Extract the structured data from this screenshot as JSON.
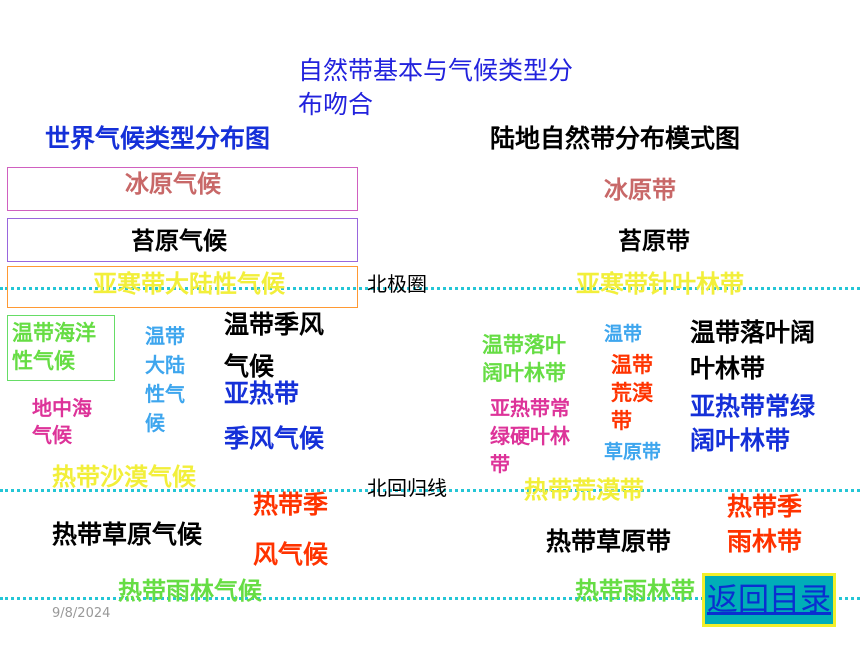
{
  "page_title_line1": "自然带基本与气候类型分",
  "page_title_line2": "布吻合",
  "left_heading": "世界气候类型分布图",
  "right_heading": "陆地自然带分布模式图",
  "left": {
    "ice": "冰原气候",
    "tundra": "苔原气候",
    "subarctic": "亚寒带大陆性气候",
    "temp_marine_1": "温带海洋",
    "temp_marine_2": "性气候",
    "temp_cont_1": "温带",
    "temp_cont_2": "大陆",
    "temp_cont_3": "性气",
    "temp_cont_4": "候",
    "temp_monsoon_1": "温带季风",
    "temp_monsoon_2": "气候",
    "subtrop_monsoon_1": "亚热带",
    "subtrop_monsoon_2": "季风气候",
    "mediterranean_1": "地中海",
    "mediterranean_2": "气候",
    "trop_desert": "热带沙漠气候",
    "trop_monsoon_1": "热带季",
    "trop_monsoon_2": "风气候",
    "trop_savanna": "热带草原气候",
    "trop_rainforest": "热带雨林气候"
  },
  "middle": {
    "arctic_circle": "北极圈",
    "tropic_cancer": "北回归线"
  },
  "right": {
    "ice": "冰原带",
    "tundra": "苔原带",
    "taiga": "亚寒带针叶林带",
    "temp_decid_1": "温带落叶",
    "temp_decid_2": "阔叶林带",
    "temp_small_1": "温带",
    "temp_desert_1": "温带",
    "temp_desert_2": "荒漠",
    "temp_desert_3": "带",
    "steppe": "草原带",
    "temp_decid_b1": "温带落叶阔",
    "temp_decid_b2": "叶林带",
    "sclero_1": "亚热带常",
    "sclero_2": "绿硬叶林",
    "sclero_3": "带",
    "subtrop_ever_1": "亚热带常绿",
    "subtrop_ever_2": "阔叶林带",
    "trop_desert": "热带荒漠带",
    "trop_monsoon_1": "热带季",
    "trop_monsoon_2": "雨林带",
    "trop_savanna": "热带草原带",
    "trop_rainforest": "热带雨林带"
  },
  "nav": {
    "back": "返回目录"
  },
  "footer": {
    "date": "9/8/2024"
  }
}
